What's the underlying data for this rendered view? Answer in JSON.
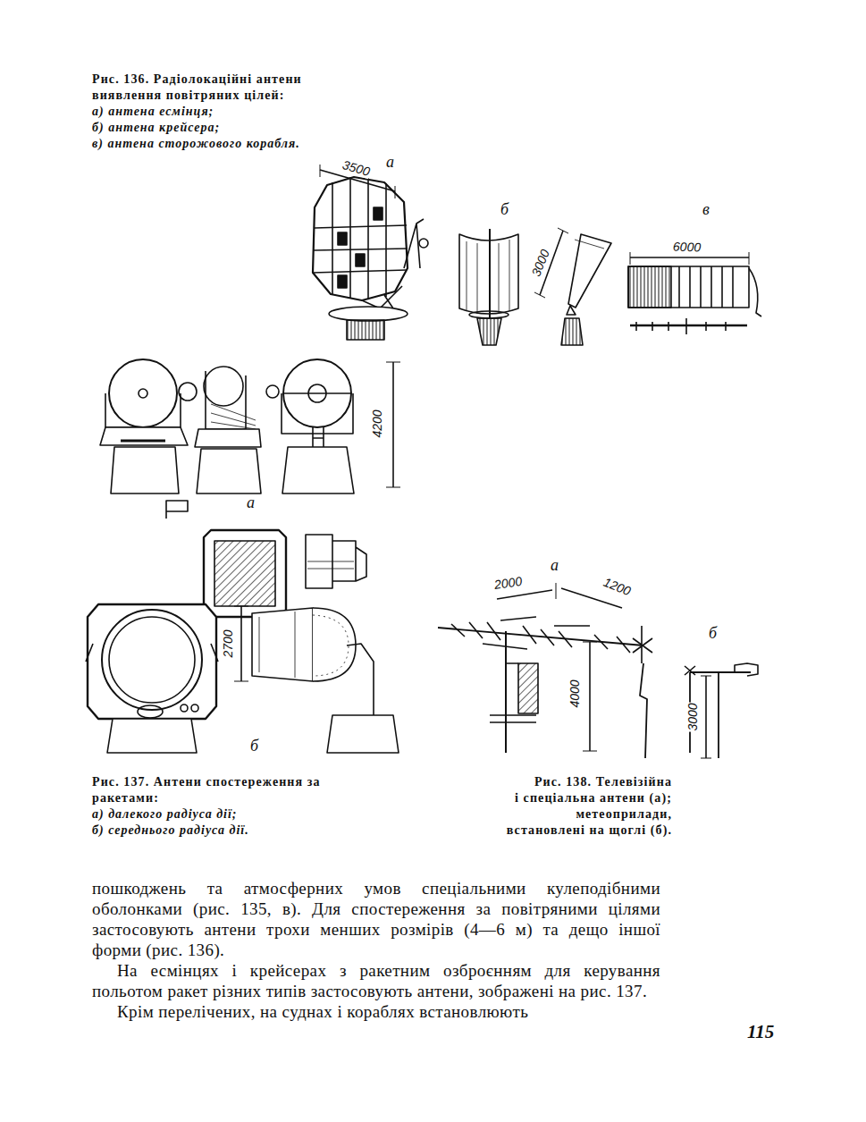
{
  "diagram": {
    "labels": [
      "Рис. 136. Радіолокаційні антени виявлення повітряних цілей:",
      "а) антена есмінця;",
      "б) антена крейсера;",
      "в) антена сторожового корабля.",
      "3500",
      "а",
      "б",
      "в",
      "3000",
      "6000",
      "4200",
      "а",
      "2700",
      "б",
      "а",
      "2000",
      "1200",
      "4000",
      "б",
      "3000",
      "Рис. 137. Антени спостереження за ракетами:",
      "а) далекого радіуса дії;",
      "б) середнього радіуса дії.",
      "Рис. 138. Телевізійна",
      "і спеціальна антени (а);",
      "метеоприлади,",
      "встановлені на щоглі (б).",
      "пошкоджень та атмосферних умов спеціальними кулеподібними оболонками (рис. 135, в). Для спостереження за повітряними цілями застосовують антени трохи менших розмірів (4—6 м) та дещо іншої форми (рис. 136).",
      "На есмінцях і крейсерах з ракетним озброєнням для керування польотом ракет різних типів застосовують антени, зображені на рис. 137.",
      "Крім перелічених, на суднах і кораблях встановлюють",
      "115"
    ]
  }
}
